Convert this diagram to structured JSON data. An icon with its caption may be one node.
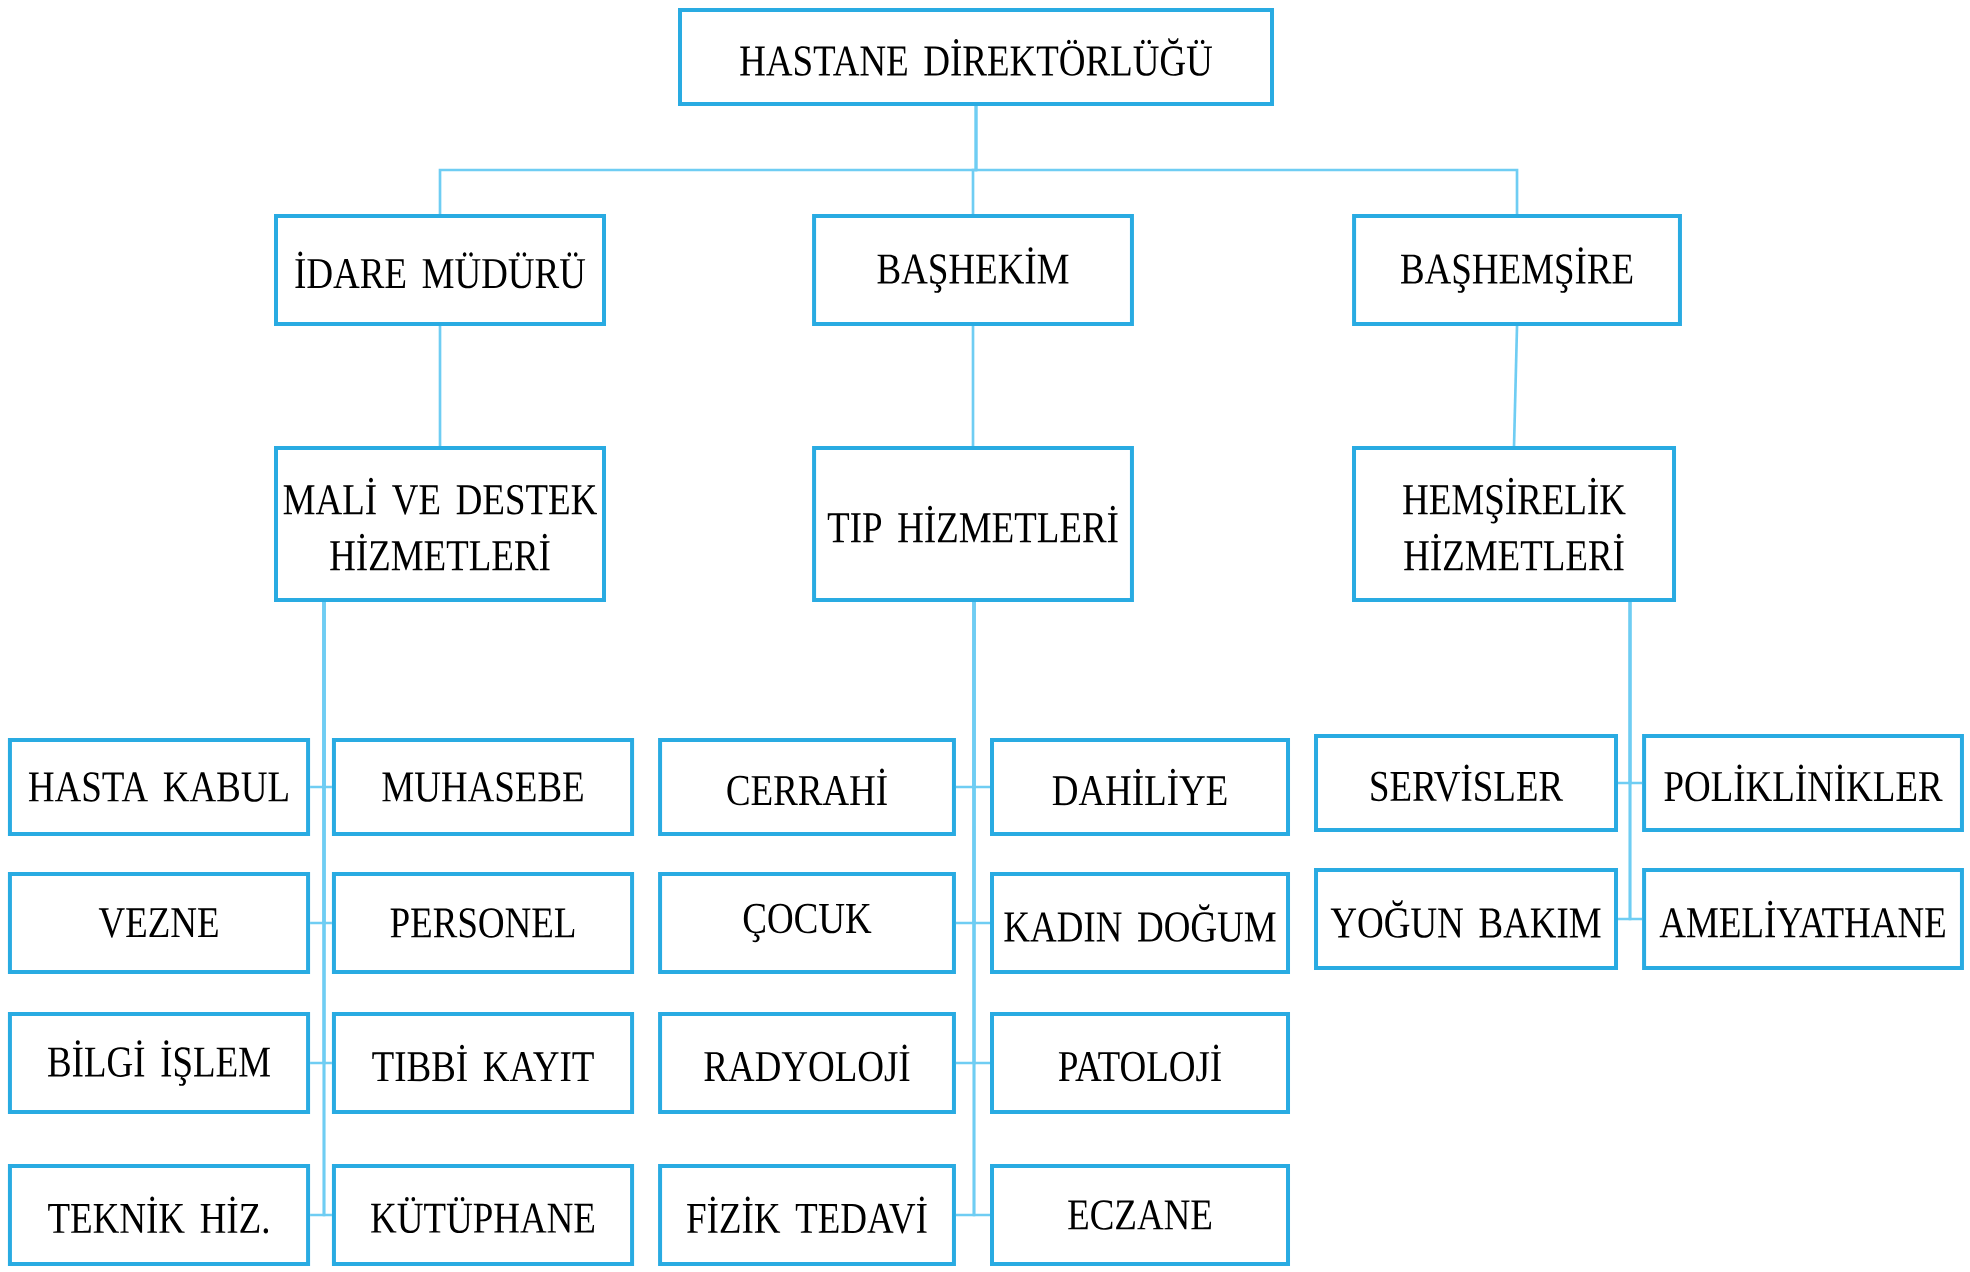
{
  "diagram": {
    "nodes": [
      {
        "text": [
          "HASTANE DİREKTÖRLÜĞÜ"
        ]
      },
      {
        "text": [
          "İDARE MÜDÜRÜ"
        ]
      },
      {
        "text": [
          "BAŞHEKİM"
        ]
      },
      {
        "text": [
          "BAŞHEMŞİRE"
        ]
      },
      {
        "text": [
          "MALİ VE DESTEK HİZMETLERİ"
        ]
      },
      {
        "text": [
          "TIP HİZMETLERİ"
        ]
      },
      {
        "text": [
          "HEMŞİRELİK HİZMETLERİ"
        ]
      },
      {
        "text": [
          "HASTA KABUL"
        ]
      },
      {
        "text": [
          "MUHASEBE"
        ]
      },
      {
        "text": [
          "VEZNE"
        ]
      },
      {
        "text": [
          "PERSONEL"
        ]
      },
      {
        "text": [
          "BİLGİ İŞLEM"
        ]
      },
      {
        "text": [
          "TIBBİ KAYIT"
        ]
      },
      {
        "text": [
          "TEKNİK HİZ."
        ]
      },
      {
        "text": [
          "KÜTÜPHANE"
        ]
      },
      {
        "text": [
          "CERRAHİ"
        ]
      },
      {
        "text": [
          "DAHİLİYE"
        ]
      },
      {
        "text": [
          "ÇOCUK"
        ]
      },
      {
        "text": [
          "KADIN DOĞUM"
        ]
      },
      {
        "text": [
          "RADYOLOJİ"
        ]
      },
      {
        "text": [
          "PATOLOJİ"
        ]
      },
      {
        "text": [
          "FİZİK TEDAVİ"
        ]
      },
      {
        "text": [
          "ECZANE"
        ]
      },
      {
        "text": [
          "SERVİSLER"
        ]
      },
      {
        "text": [
          "POLİKLİNİKLER"
        ]
      },
      {
        "text": [
          "YOĞUN BAKIM"
        ]
      },
      {
        "text": [
          "AMELİYATHANE"
        ]
      }
    ],
    "edges": [
      {
        "from": 0,
        "to": 1,
        "arrow": "none"
      },
      {
        "from": 0,
        "to": 2,
        "arrow": "none"
      },
      {
        "from": 0,
        "to": 3,
        "arrow": "none"
      },
      {
        "from": 1,
        "to": 4,
        "arrow": "none"
      },
      {
        "from": 2,
        "to": 5,
        "arrow": "none"
      },
      {
        "from": 3,
        "to": 6,
        "arrow": "none"
      },
      {
        "from": 4,
        "to": 7,
        "arrow": "none"
      },
      {
        "from": 4,
        "to": 8,
        "arrow": "none"
      },
      {
        "from": 4,
        "to": 9,
        "arrow": "none"
      },
      {
        "from": 4,
        "to": 10,
        "arrow": "none"
      },
      {
        "from": 4,
        "to": 11,
        "arrow": "none"
      },
      {
        "from": 4,
        "to": 12,
        "arrow": "none"
      },
      {
        "from": 4,
        "to": 13,
        "arrow": "none"
      },
      {
        "from": 4,
        "to": 14,
        "arrow": "none"
      },
      {
        "from": 5,
        "to": 15,
        "arrow": "none"
      },
      {
        "from": 5,
        "to": 16,
        "arrow": "none"
      },
      {
        "from": 5,
        "to": 17,
        "arrow": "none"
      },
      {
        "from": 5,
        "to": 18,
        "arrow": "none"
      },
      {
        "from": 5,
        "to": 19,
        "arrow": "none"
      },
      {
        "from": 5,
        "to": 20,
        "arrow": "none"
      },
      {
        "from": 5,
        "to": 21,
        "arrow": "none"
      },
      {
        "from": 5,
        "to": 22,
        "arrow": "none"
      },
      {
        "from": 6,
        "to": 23,
        "arrow": "none"
      },
      {
        "from": 6,
        "to": 24,
        "arrow": "none"
      },
      {
        "from": 6,
        "to": 25,
        "arrow": "none"
      },
      {
        "from": 6,
        "to": 26,
        "arrow": "none"
      }
    ]
  }
}
